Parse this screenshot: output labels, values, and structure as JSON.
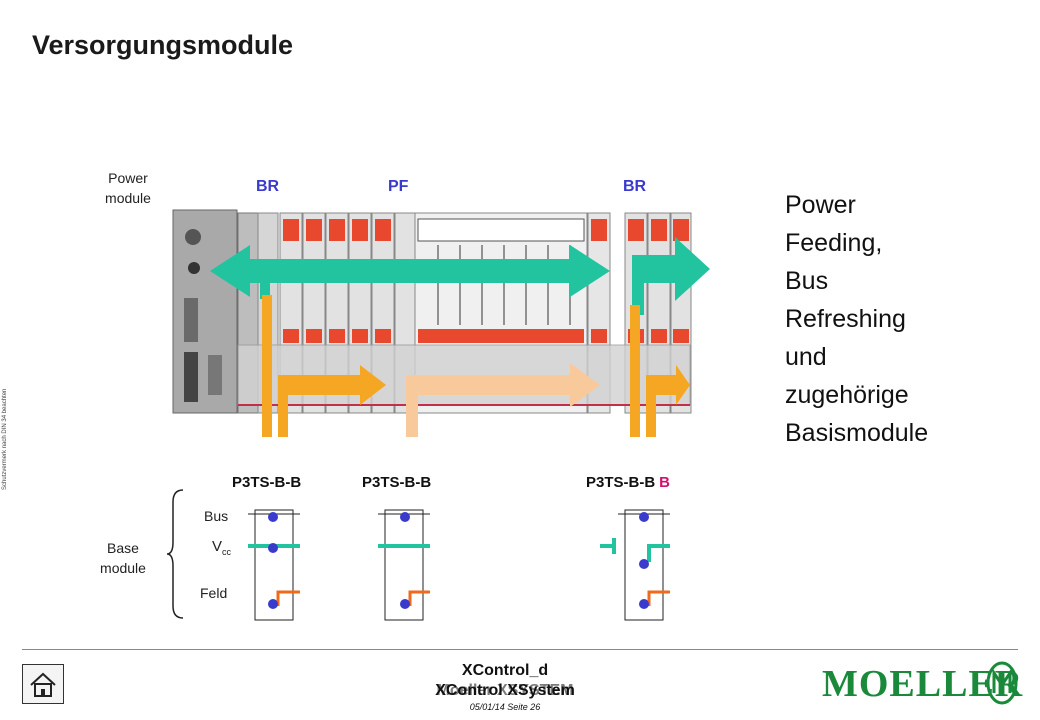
{
  "title": "Versorgungsmodule",
  "power_module_label": [
    "Power",
    "module"
  ],
  "header_labels": {
    "br_left": "BR",
    "pf": "PF",
    "br_right": "BR"
  },
  "description_lines": [
    "Power",
    "Feeding,",
    "Bus",
    "Refreshing",
    "und",
    "zugehörige",
    "Basismodule"
  ],
  "base_module_label": [
    "Base",
    "module"
  ],
  "row_labels": {
    "bus": "Bus",
    "vcc_main": "V",
    "vcc_sub": "cc",
    "feld": "Feld"
  },
  "base_modules": [
    {
      "name": "P3TS-B-B",
      "suffix": ""
    },
    {
      "name": "P3TS-B-B",
      "suffix": ""
    },
    {
      "name": "P3TS-B-B",
      "suffix": "B"
    }
  ],
  "colors": {
    "arrow_green": "#22c4a0",
    "arrow_orange": "#f5a623",
    "arrow_peach": "#f8c99a",
    "accent_blue": "#3a3acc",
    "suffix_pink": "#d0106a",
    "moeller_green": "#1a8a3a"
  },
  "footer": {
    "side_text": "Schutzvermerk nach DIN 34 beachten",
    "title1": "XControl_d",
    "title2": "XControl XSystem",
    "title3": "Moeller XSYSTEM",
    "date": "05/01/14",
    "page": "Seite 26",
    "logo": "MOELLER"
  },
  "icons": {
    "home": "home-icon",
    "logo_mark": "moeller-mark-icon"
  }
}
